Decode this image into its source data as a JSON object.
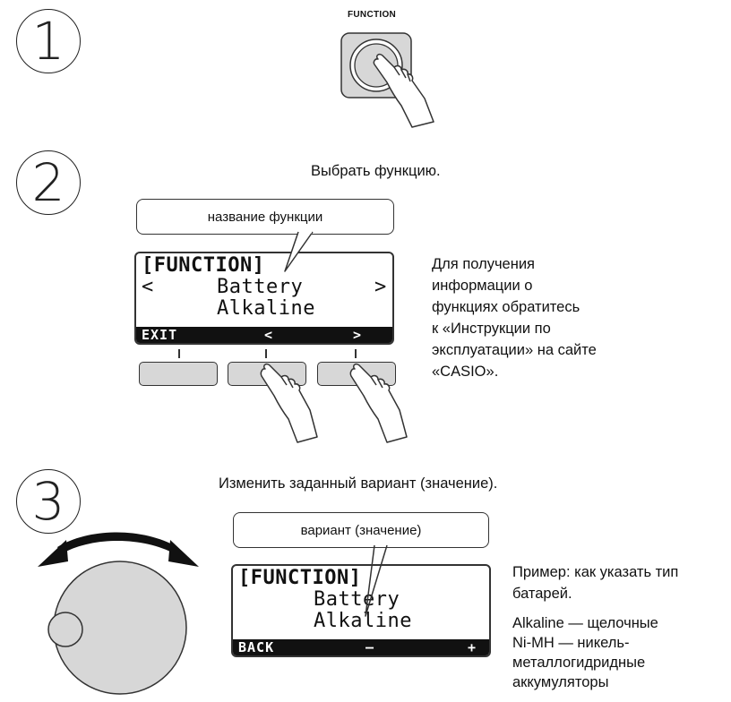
{
  "step1": {
    "number": "1",
    "button_label": "FUNCTION"
  },
  "step2": {
    "number": "2",
    "instruction": "Выбрать функцию.",
    "callout": "название функции",
    "lcd": {
      "line1": "[FUNCTION]",
      "left_arrow": "<",
      "line2": "Battery",
      "right_arrow": ">",
      "line3": "Alkaline",
      "softkey1": "EXIT",
      "softkey2": "<",
      "softkey3": ">"
    },
    "note_lines": [
      "Для получения",
      "информации о",
      "функциях обратитесь",
      "к «Инструкции по",
      "эксплуатации» на сайте",
      "«CASIO»."
    ]
  },
  "step3": {
    "number": "3",
    "instruction": "Изменить заданный вариант (значение).",
    "callout": "вариант (значение)",
    "lcd": {
      "line1": "[FUNCTION]",
      "line2": "Battery",
      "line3": "Alkaline",
      "softkey1": "BACK",
      "softkey2": "–",
      "softkey3": "+"
    },
    "example_lines": [
      "Пример: как указать тип",
      "батарей."
    ],
    "legend_lines": [
      "Alkaline — щелочные",
      "Ni-MH — никель-",
      "металлогидридные",
      "аккумуляторы"
    ]
  },
  "colors": {
    "button_fill": "#d7d7d7",
    "lcd_bar": "#111111"
  }
}
